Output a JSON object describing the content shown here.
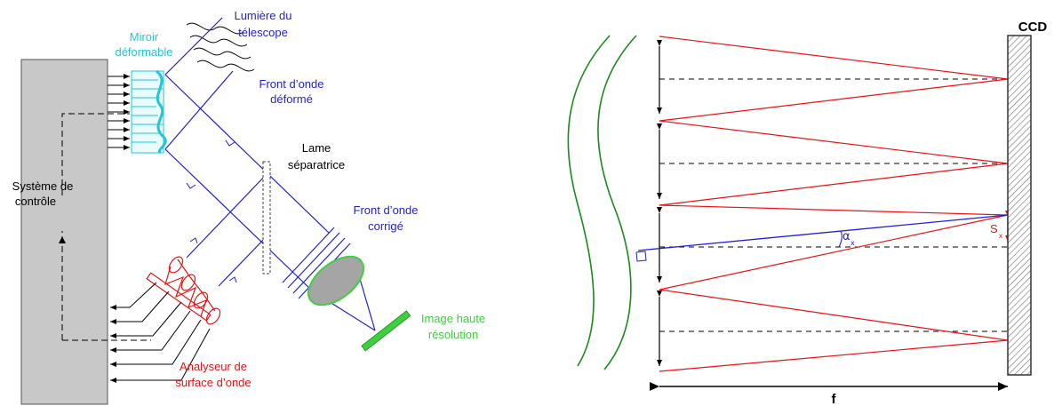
{
  "left_diagram": {
    "labels": {
      "mirror": [
        "Miroir",
        "déformable"
      ],
      "telescope_light": [
        "Lumière du",
        "télescope"
      ],
      "deformed_front": [
        "Front d’onde",
        "déformé"
      ],
      "splitter": [
        "Lame",
        "séparatrice"
      ],
      "control_system": [
        "Système de",
        "contrôle"
      ],
      "corrected_front": [
        "Front d’onde",
        "corrigé"
      ],
      "high_res_image": [
        "Image haute",
        "résolution"
      ],
      "wavefront_analyzer": [
        "Analyseur de",
        "surface d’onde"
      ]
    },
    "colors": {
      "mirror": "#22c6d6",
      "rays": "#1f1fd6",
      "analyzer": "#ee1111",
      "image": "#3ecf3e",
      "control": "#c8c8c8"
    }
  },
  "right_diagram": {
    "labels": {
      "ccd": "CCD",
      "focal": "f",
      "alpha": "α",
      "alpha_sub": "x",
      "shift": "S",
      "shift_sub": "x"
    },
    "colors": {
      "rays": "#ee1111",
      "tilt": "#1f1fd6",
      "wavefront": "#1a8a1a"
    }
  }
}
